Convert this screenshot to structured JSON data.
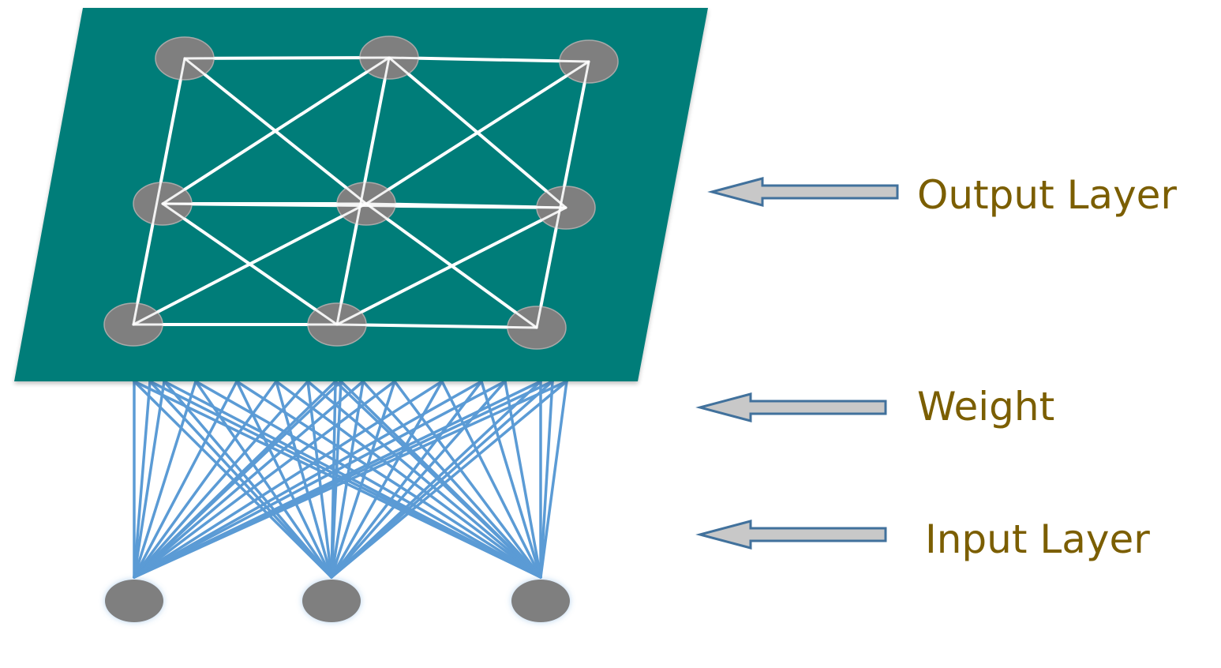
{
  "labels": {
    "output_layer": "Output Layer",
    "weight": "Weight",
    "input_layer": "Input Layer"
  },
  "colors": {
    "plane": "#037d79",
    "node": "#7f7f7f",
    "node_stroke": "#a9a9a9",
    "grid_line": "#ffffff",
    "weight_line": "#5b9bd5",
    "arrow_fill": "#c8c8c8",
    "arrow_stroke": "#41719c",
    "label_text": "#7b5e00"
  },
  "icons": {
    "arrow": "left-arrow-icon",
    "node": "neuron-circle"
  },
  "structure": {
    "output_grid": "3x3",
    "input_nodes": 3
  }
}
